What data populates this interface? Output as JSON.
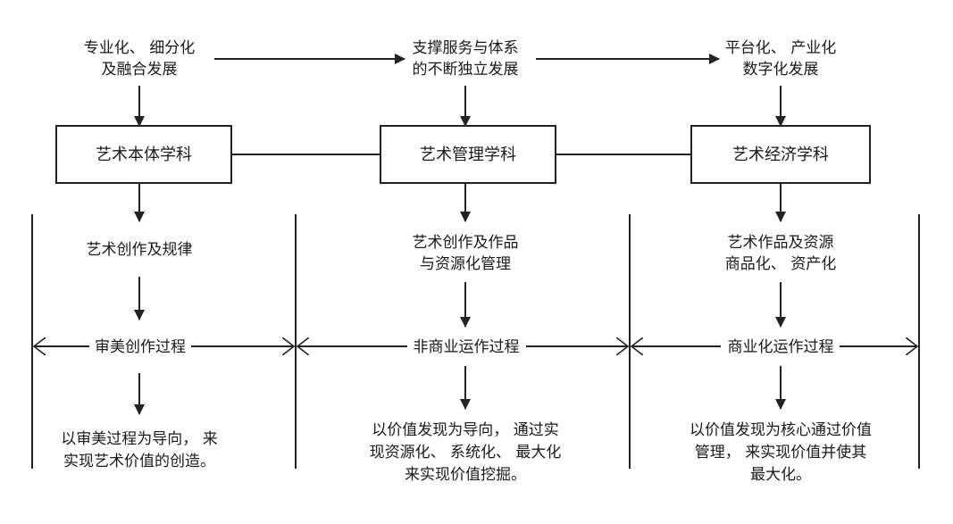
{
  "columns": [
    {
      "top_text": [
        "专业化、 细分化",
        "及融合发展"
      ],
      "box_label": "艺术本体学科",
      "middle_text": [
        "艺术创作及规律"
      ],
      "process_label": "审美创作过程",
      "bottom_text": [
        "以审美过程为导向， 来",
        "实现艺术价值的创造。"
      ]
    },
    {
      "top_text": [
        "支撑服务与体系",
        "的不断独立发展"
      ],
      "box_label": "艺术管理学科",
      "middle_text": [
        "艺术创作及作品",
        "与资源化管理"
      ],
      "process_label": "非商业运作过程",
      "bottom_text": [
        "以价值发现为导向， 通过实",
        "现资源化、 系统化、 最大化",
        "来实现价值挖掘。"
      ]
    },
    {
      "top_text": [
        "平台化、 产业化",
        "数字化发展"
      ],
      "box_label": "艺术经济学科",
      "middle_text": [
        "艺术作品及资源",
        "商品化、 资产化"
      ],
      "process_label": "商业化运作过程",
      "bottom_text": [
        "以价值发现为核心通过价值",
        "管理， 来实现价值并使其",
        "最大化。"
      ]
    }
  ]
}
